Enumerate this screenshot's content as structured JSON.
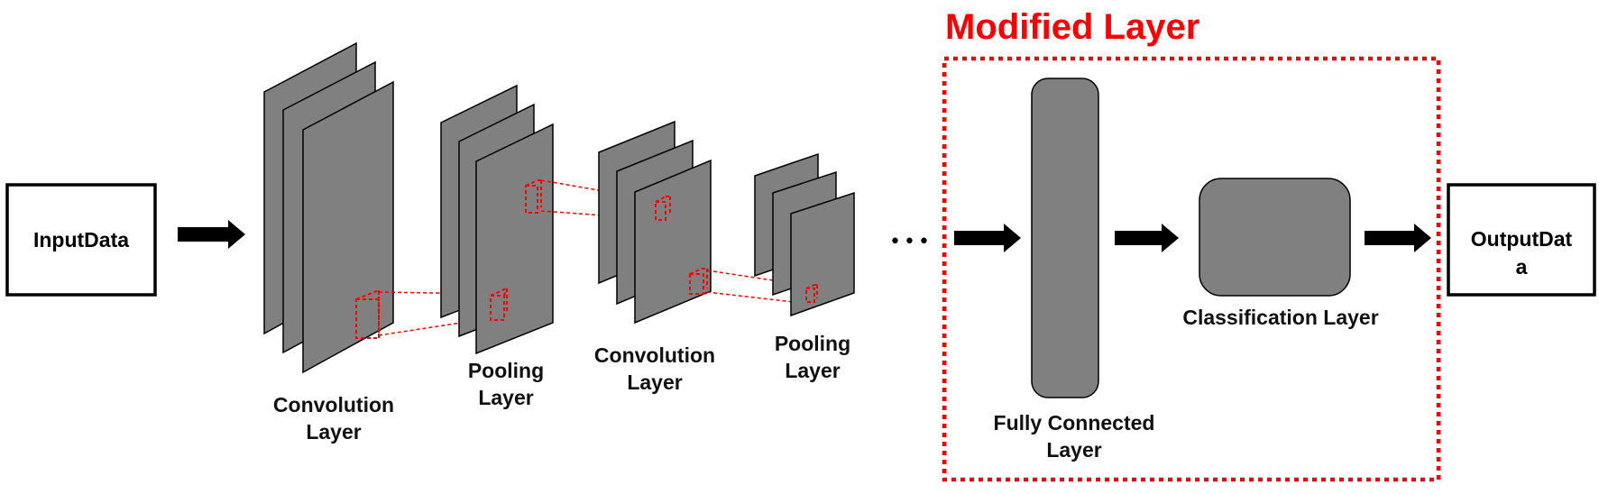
{
  "title": "Modified Layer",
  "input_box": {
    "label": "InputData"
  },
  "output_box": {
    "line1": "OutputDat",
    "line2": "a"
  },
  "layers": {
    "conv1": {
      "line1": "Convolution",
      "line2": "Layer"
    },
    "pool1": {
      "line1": "Pooling",
      "line2": "Layer"
    },
    "conv2": {
      "line1": "Convolution",
      "line2": "Layer"
    },
    "pool2": {
      "line1": "Pooling",
      "line2": "Layer"
    },
    "fully_connected": {
      "line1": "Fully Connected",
      "line2": "Layer"
    },
    "classification": {
      "label": "Classification Layer"
    }
  },
  "ellipsis": "•••",
  "colors": {
    "highlight": "#ff0000",
    "layer_fill": "#808080",
    "arrow": "#000000"
  }
}
